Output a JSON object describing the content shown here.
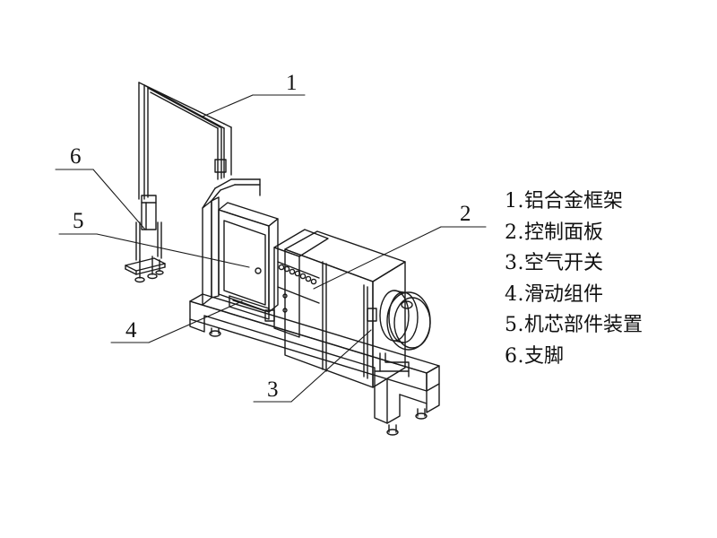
{
  "callouts": [
    {
      "number": "1"
    },
    {
      "number": "2"
    },
    {
      "number": "3"
    },
    {
      "number": "4"
    },
    {
      "number": "5"
    },
    {
      "number": "6"
    }
  ],
  "legend": [
    {
      "number": "1.",
      "label": "铝合金框架"
    },
    {
      "number": "2.",
      "label": "控制面板"
    },
    {
      "number": "3.",
      "label": "空气开关"
    },
    {
      "number": "4.",
      "label": "滑动组件"
    },
    {
      "number": "5.",
      "label": "机芯部件装置"
    },
    {
      "number": "6.",
      "label": "支脚"
    }
  ]
}
